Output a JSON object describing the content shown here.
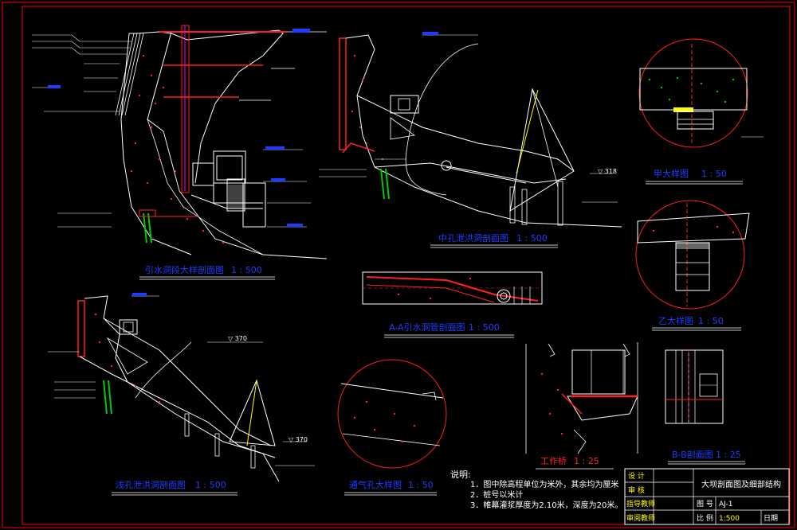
{
  "colors": {
    "background": "#000000",
    "outline": "#ffffff",
    "frame": "#ff0000",
    "caption": "#1e3cff",
    "rebar": "#ff2020",
    "anchor": "#00c800",
    "steel": "#ffff00",
    "note": "#ffffff",
    "titleblock_text": "#ffff00"
  },
  "titles": {
    "section_diversion": "引水洞段大样剖面图",
    "scale_diversion": "1 : 500",
    "section_middle": "中孔泄洪洞剖面图",
    "scale_middle": "1 : 500",
    "section_aa": "A-A引水洞管剖面图",
    "scale_aa": "1 : 500",
    "section_shallow": "浅孔泄洪洞剖面图",
    "scale_shallow": "1 : 500",
    "detail_vent": "通气孔大样图",
    "scale_vent": "1 : 50",
    "detail_jia": "甲大样图",
    "scale_jia": "1 : 50",
    "detail_yi": "乙大样图",
    "scale_yi": "1 : 50",
    "detail_bridge": "工作桥",
    "scale_bridge": "1 : 25",
    "section_bb": "B-B剖面图",
    "scale_bb": "1 : 25"
  },
  "elevations": {
    "e_370_a": "▽ 370",
    "e_318": "▽ 318",
    "e_370_b": "▽ 370"
  },
  "notes": {
    "heading": "说明:",
    "items": [
      "1．图中除高程单位为米外，其余均为厘米",
      "2．桩号以米计",
      "3．帷幕灌浆厚度为2.10米，深度为20米。"
    ]
  },
  "title_block": {
    "label_design": "设 计",
    "label_check": "审 核",
    "label_supervisor": "指导教师",
    "label_approve": "审阅教师",
    "drawing_name": "大坝剖面图及细部结构",
    "label_sheet": "图 号",
    "sheet_no": "AJ-1",
    "label_scale": "比 例",
    "scale": "1:500",
    "label_date": "日期"
  }
}
